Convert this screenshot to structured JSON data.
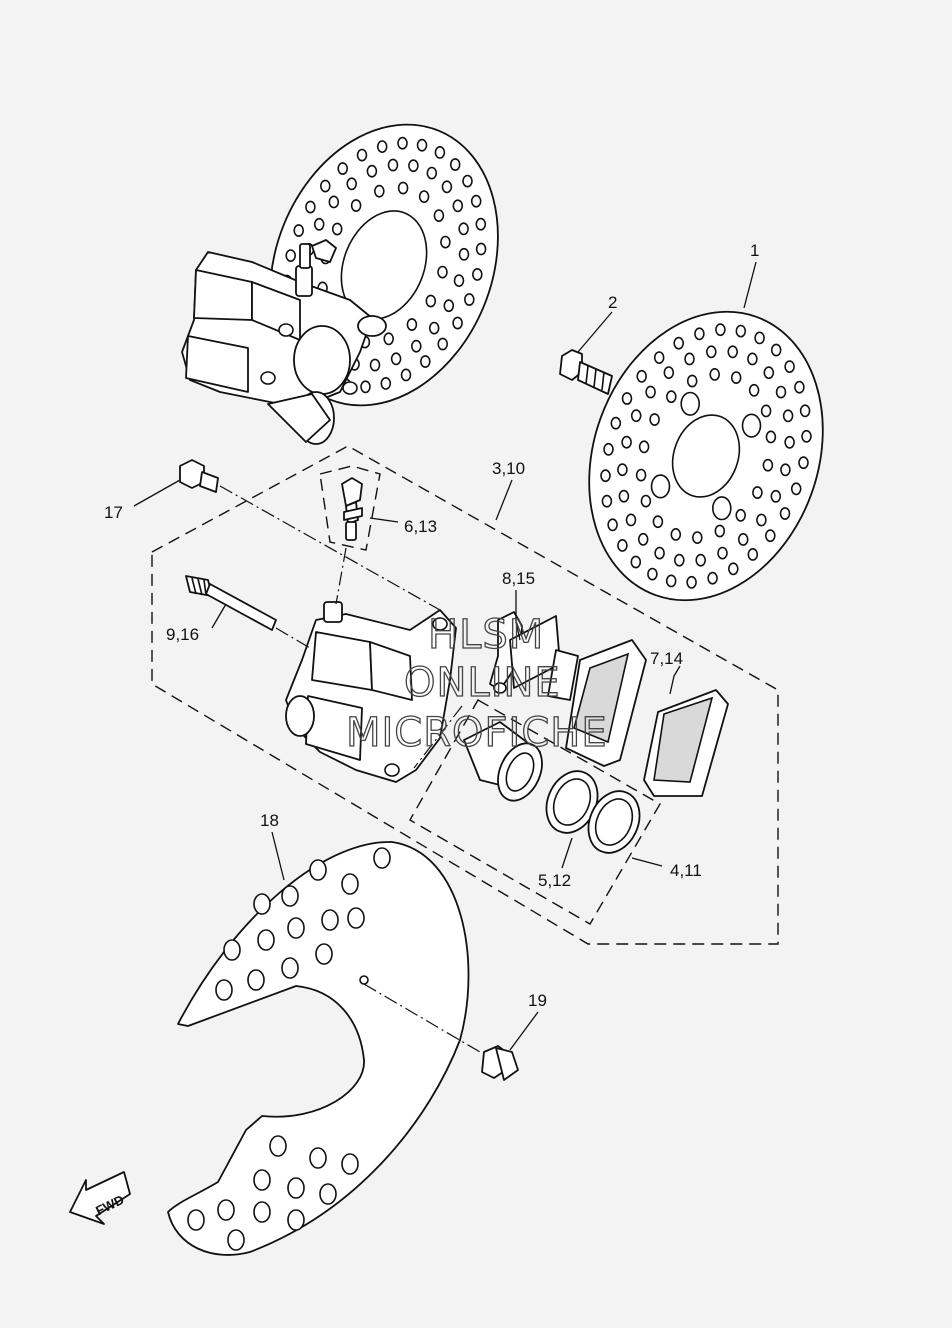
{
  "callouts": {
    "c1": "1",
    "c2": "2",
    "c3": "3,10",
    "c4": "4,11",
    "c5": "5,12",
    "c6": "6,13",
    "c7": "7,14",
    "c8": "8,15",
    "c9": "9,16",
    "c17": "17",
    "c18": "18",
    "c19": "19"
  },
  "watermark": {
    "line1": "HLSM",
    "line2": "ONLINE",
    "line3": "MICROFICHE"
  },
  "direction_label": "FWD"
}
